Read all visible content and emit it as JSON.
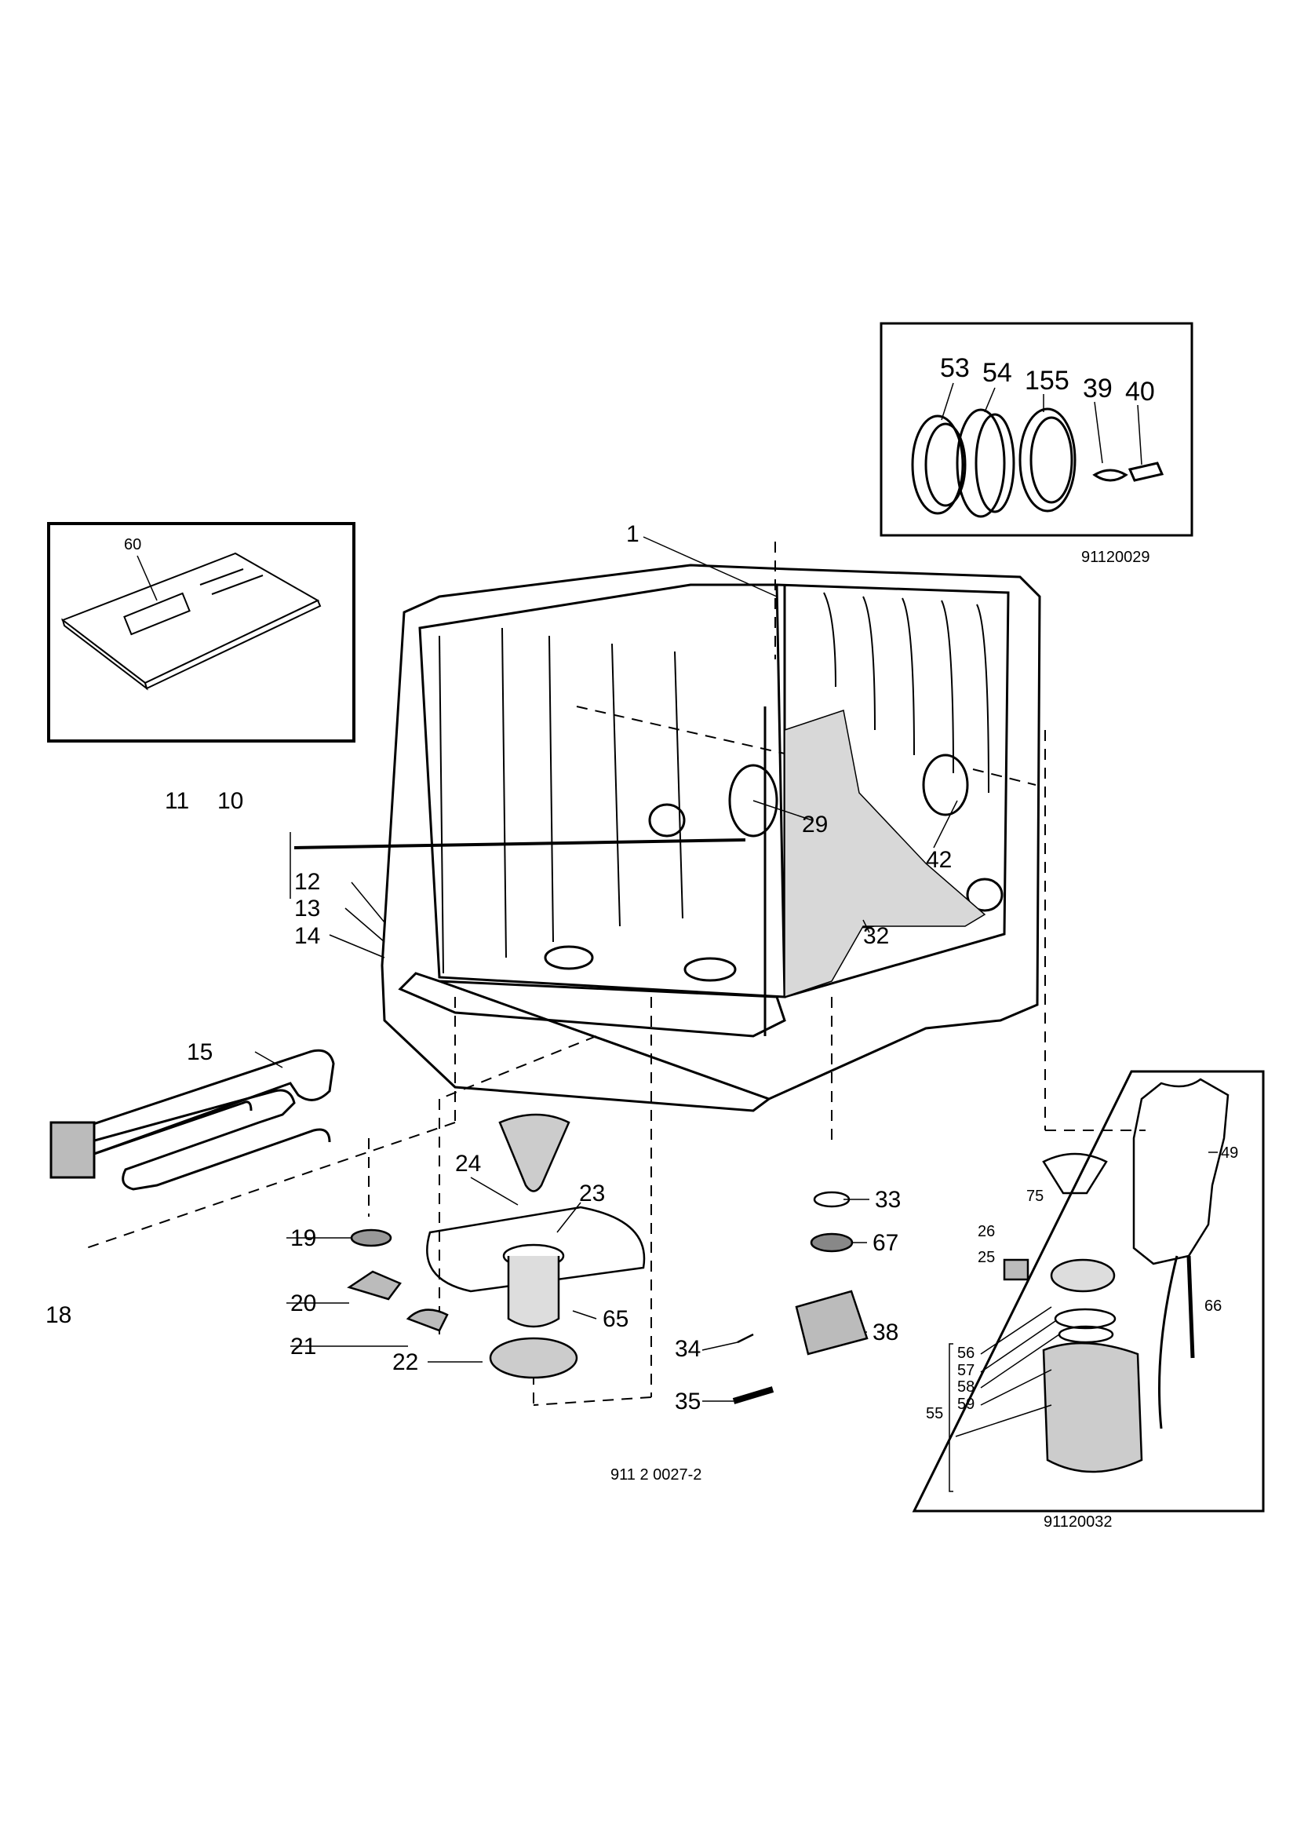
{
  "diagram_id": "911 2 0027-2",
  "insets": {
    "manual": {
      "parts": [
        "60"
      ]
    },
    "door_seal": {
      "parts": [
        "53",
        "54",
        "155",
        "39",
        "40"
      ],
      "code": "91120029"
    },
    "softener": {
      "parts": [
        "49",
        "75",
        "26",
        "25",
        "56",
        "57",
        "58",
        "59",
        "55",
        "66"
      ],
      "code": "91120032"
    }
  },
  "main_labels": [
    "1",
    "29",
    "42",
    "32",
    "11",
    "10",
    "12",
    "13",
    "14",
    "15",
    "18",
    "19",
    "20",
    "21",
    "22",
    "23",
    "24",
    "65",
    "33",
    "67",
    "38",
    "34",
    "35"
  ]
}
